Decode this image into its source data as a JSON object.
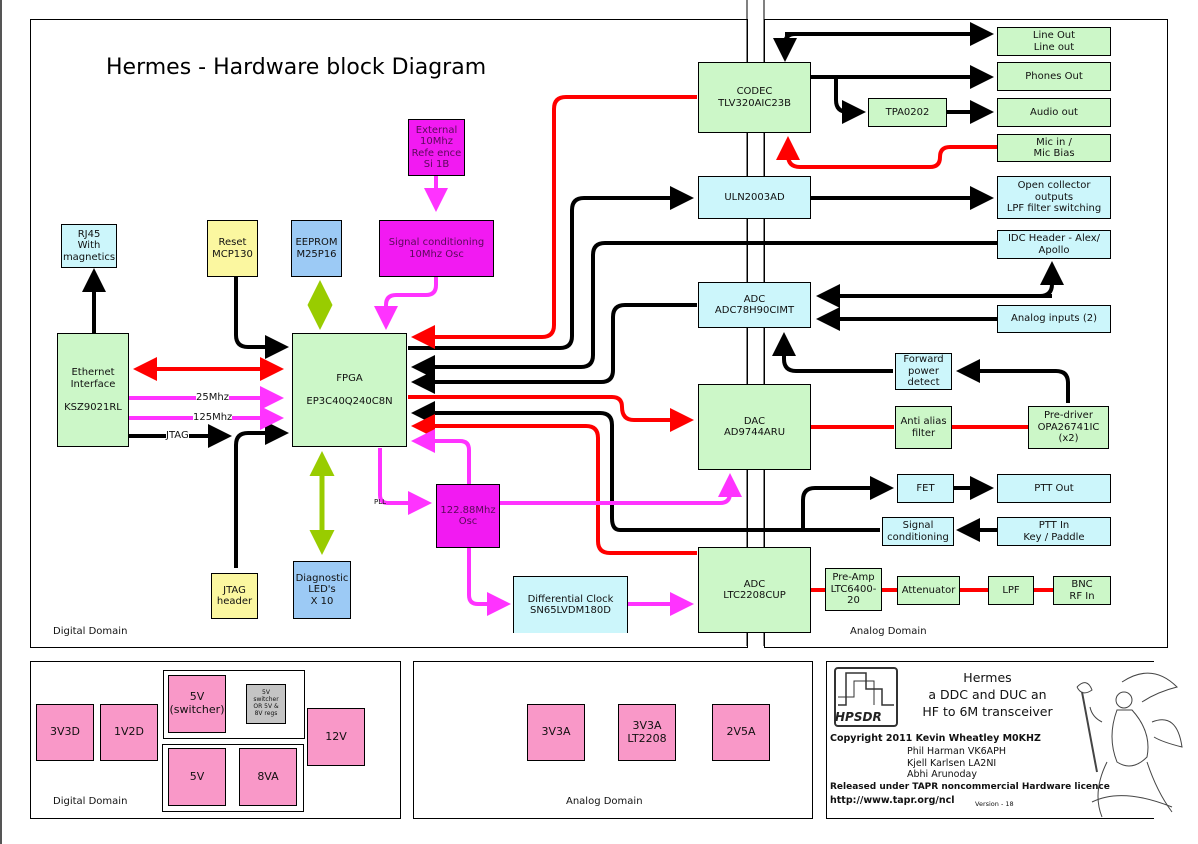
{
  "title": "Hermes - Hardware block Diagram",
  "colors": {
    "digital_block": "#ccf7c8",
    "io_block": "#ccf6fb",
    "reset_block": "#fbf7a0",
    "memory_block": "#9ccaf5",
    "clock_block": "#f21af2",
    "power_block": "#f998c8",
    "note_block": "#c4c4c4",
    "rf_signal": "#ff0000",
    "data_signal": "#000000",
    "clock_signal": "#ff33ff",
    "bus_signal": "#99cc00"
  },
  "blocks": {
    "rj45": "RJ45\nWith\nmagnetics",
    "reset": "Reset\nMCP130",
    "eeprom": "EEPROM\nM25P16",
    "ext_ref": "External\n10Mhz\nRefe ence\nSi 1B",
    "sig_cond_osc": "Signal conditioning\n10Mhz Osc",
    "ethernet": "Ethernet\nInterface\n\nKSZ9021RL",
    "fpga": "FPGA\n\nEP3C40Q240C8N",
    "jtag_header": "JTAG\nheader",
    "diag_leds": "Diagnostic\nLED's\nX 10",
    "osc_122": "122.88Mhz\nOsc",
    "diff_clock": "Differential Clock\nSN65LVDM180D",
    "codec": "CODEC\nTLV320AIC23B",
    "tpa0202": "TPA0202",
    "uln": "ULN2003AD",
    "adc_slow": "ADC\nADC78H90CIMT",
    "dac": "DAC\nAD9744ARU",
    "adc_fast": "ADC\nLTC2208CUP",
    "line_out": "Line Out\nLine out",
    "phones_out": "Phones Out",
    "audio_out": "Audio out",
    "mic_in": "Mic in /\nMic Bias",
    "open_collector": "Open collector\noutputs\nLPF filter switching",
    "idc_header": "IDC Header - Alex/\nApollo",
    "analog_inputs": "Analog inputs (2)",
    "fwd_power": "Forward\npower\ndetect",
    "anti_alias": "Anti alias\nfilter",
    "pre_driver": "Pre-driver\nOPA26741IC\n(x2)",
    "fet": "FET",
    "ptt_out": "PTT Out",
    "sig_cond": "Signal\nconditioning",
    "ptt_in": "PTT In\nKey / Paddle",
    "pre_amp": "Pre-Amp\nLTC6400-\n20",
    "attenuator": "Attenuator",
    "lpf": "LPF",
    "bnc": "BNC\nRF In"
  },
  "wire_labels": {
    "clk25": "25Mhz",
    "clk125": "125Mhz",
    "jtag": "JTAG",
    "pll": "PLL"
  },
  "domains": {
    "digital_main": "Digital Domain",
    "analog_main": "Analog Domain",
    "digital_power": "Digital Domain",
    "analog_power": "Analog Domain"
  },
  "power": {
    "p3v3d": "3V3D",
    "p1v2d": "1V2D",
    "p5v_sw": "5V\n(switcher)",
    "note": "5V\nswitcher\nOR 5V &\n8V regs",
    "p5v": "5V",
    "p8va": "8VA",
    "p12v": "12V",
    "p3v3a": "3V3A",
    "p3v3a_lt": "3V3A\nLT2208",
    "p2v5a": "2V5A"
  },
  "credits": {
    "logo": "HPSDR",
    "heading": "Hermes\na DDC and DUC an\nHF to 6M transceiver",
    "copyright": "Copyright 2011  Kevin Wheatley M0KHZ",
    "author2": "Phil Harman VK6APH",
    "author3": "Kjell Karlsen LA2NI",
    "author4": "Abhi Arunoday",
    "licence": "Released under TAPR noncommercial Hardware licence",
    "url": "http://www.tapr.org/ncl",
    "version": "Version - 18"
  }
}
